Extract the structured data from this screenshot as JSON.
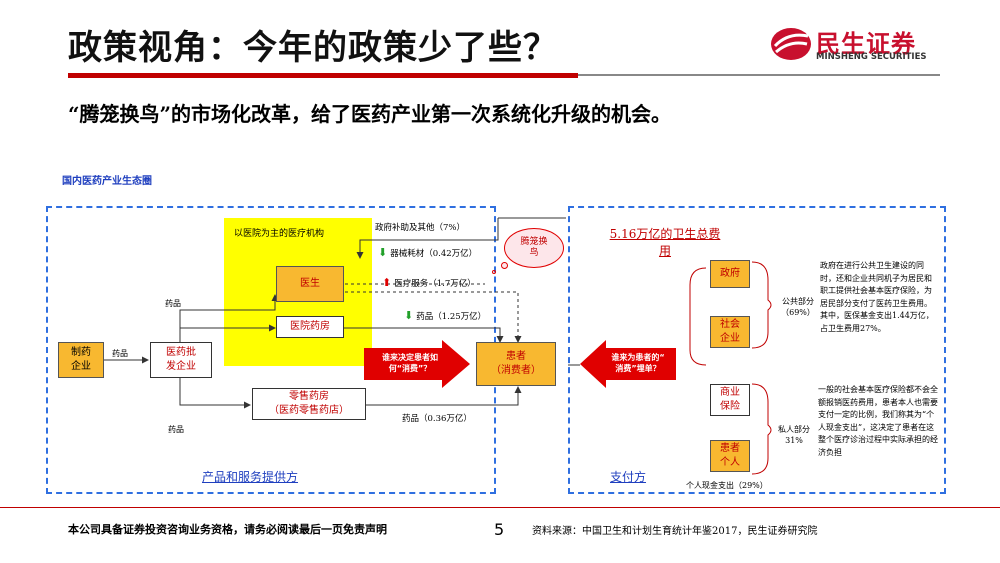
{
  "header": {
    "title": "政策视角：今年的政策少了些？",
    "logo_cn": "民生证券",
    "logo_en": "MINSHENG SECURITIES"
  },
  "subtitle": "“腾笼换鸟”的市场化改革，给了医药产业第一次系统化升级的机会。",
  "diagram": {
    "caption": "国内医药产业生态圈",
    "hospital_region_label": "以医院为主的医疗机构",
    "pharma": "制药\n企业",
    "wholesale": "医药批\n发企业",
    "doctor": "医生",
    "hospital_pharmacy": "医院药房",
    "retail_pharmacy": "零售药房\n（医药零售药店）",
    "patient": "患者\n（消费者）",
    "flow_drugs": "药品",
    "gov_subsidy": "政府补助及其他（7%）",
    "devices": "器械耗材（0.42万亿）",
    "medical_service": "医疗服务（1.7万亿）",
    "hospital_drugs": "药品（1.25万亿）",
    "retail_drugs": "药品（0.36万亿）",
    "bubble": "腾笼换\n鸟",
    "arrow_left": "谁来决定患者如\n何“消费”？",
    "arrow_right": "谁来为患者的“\n消费”埋单？",
    "provider_label": "产品和服务提供方",
    "payer_label": "支付方",
    "total_health_spend": "5.16万亿的卫生总费\n用",
    "government": "政府",
    "social_enterprise": "社会\n企业",
    "commercial_insurance": "商业\n保险",
    "patient_individual": "患者\n个人",
    "public_part": "公共部分\n（69%）",
    "private_part": "私人部分\n31%",
    "public_note": "政府在进行公共卫生建设的同时，还和企业共同机子为居民和职工提供社会基本医疗保险，为居民部分支付了医药卫生费用。其中，医保基金支出1.44万亿，占卫生费用27%。",
    "private_note": "一般的社会基本医疗保险都不会全额报销医药费用，患者本人也需要支付一定的比例，我们称其为“个人现金支出”，这决定了患者在这整个医疗诊治过程中实际承担的经济负担",
    "out_of_pocket": "个人现金支出（29%）"
  },
  "footer": {
    "disclaimer": "本公司具备证券投资咨询业务资格，请务必阅读最后一页免责声明",
    "page_number": "5",
    "source": "资料来源：中国卫生和计划生育统计年鉴2017，民生证券研究院"
  },
  "colors": {
    "brand_red": "#c00000",
    "dash_blue": "#2f6fe0",
    "highlight_yellow": "#ffff00",
    "box_orange": "#f8b830"
  }
}
